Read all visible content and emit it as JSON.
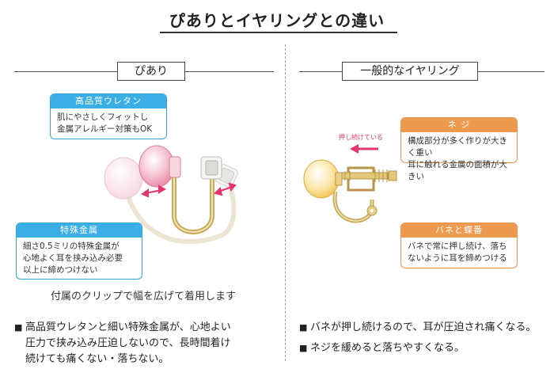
{
  "title": "ぴありとイヤリングとの違い",
  "left": {
    "section_label": "ぴあり",
    "callout_top": {
      "heading": "高品質ウレタン",
      "lines": [
        "肌にやさしくフィットし",
        "金属アレルギー対策もOK"
      ]
    },
    "callout_bottom": {
      "heading": "特殊金属",
      "lines": [
        "細さ0.5ミリの特殊金属が",
        "心地よく耳を挟み込み必要",
        "以上に締めつけない"
      ]
    },
    "caption": "付属のクリップで幅を広げて着用します",
    "bullets": [
      [
        "高品質ウレタンと細い特殊金属が、心地よい",
        "圧力で挟み込み圧迫しないので、長時間着け",
        "続けても痛くない・落ちない。"
      ]
    ]
  },
  "right": {
    "section_label": "一般的なイヤリング",
    "push_label": "押し続けている",
    "callout_top": {
      "heading": "ネ ジ",
      "lines": [
        "構成部分が多く作りが大きく重い",
        "耳に触れる金属の面積が大きい"
      ]
    },
    "callout_bottom": {
      "heading": "バネと蝶番",
      "lines": [
        "バネで常に押し続け、落ち",
        "ないように耳を締めつける"
      ]
    },
    "bullets": [
      [
        "バネが押し続けるので、耳が圧迫され痛くなる。"
      ],
      [
        "ネジを緩めると落ちやすくなる。"
      ]
    ]
  },
  "icons": {
    "bullet": "black-square-bullet",
    "arrow_color": "#e3356e"
  }
}
